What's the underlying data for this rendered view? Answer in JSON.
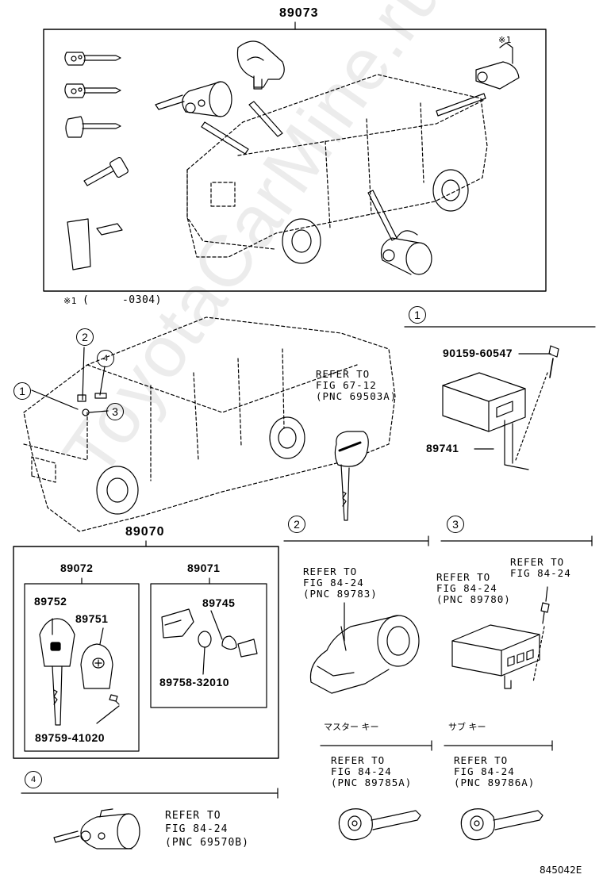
{
  "watermark": "ToyotaCarMine.ru",
  "top_box": {
    "part_number": "89073",
    "note_mark": "※1"
  },
  "footnote": {
    "mark": "※1",
    "text": "(     -0304)"
  },
  "callouts": [
    "1",
    "2",
    "3",
    "4"
  ],
  "key_ref": {
    "line1": "REFER TO",
    "line2": "FIG 67-12",
    "line3": "(PNC 69503A)"
  },
  "section1": {
    "bolt_pn": "90159-60547",
    "ecu_pn": "89741"
  },
  "section2": {
    "line1": "REFER TO",
    "line2": "FIG 84-24",
    "line3": "(PNC 89783)"
  },
  "section3": {
    "bolt_ref": {
      "line1": "REFER TO",
      "line2": "FIG 84-24"
    },
    "unit_ref": {
      "line1": "REFER TO",
      "line2": "FIG 84-24",
      "line3": "(PNC 89780)"
    }
  },
  "kit": {
    "part_number": "89070",
    "left": {
      "part_number": "89072",
      "key_pn": "89752",
      "remote_pn": "89751",
      "screw_pn": "89759-41020"
    },
    "right": {
      "part_number": "89071",
      "case_pn": "89745",
      "battery_pn": "89758-32010"
    }
  },
  "section4": {
    "line1": "REFER TO",
    "line2": "FIG 84-24",
    "line3": "(PNC 69570B)"
  },
  "master_key": {
    "label": "マスター キー",
    "line1": "REFER TO",
    "line2": "FIG 84-24",
    "line3": "(PNC 89785A)"
  },
  "sub_key": {
    "label": "サブ キー",
    "line1": "REFER TO",
    "line2": "FIG 84-24",
    "line3": "(PNC 89786A)"
  },
  "figure_code": "845042E"
}
